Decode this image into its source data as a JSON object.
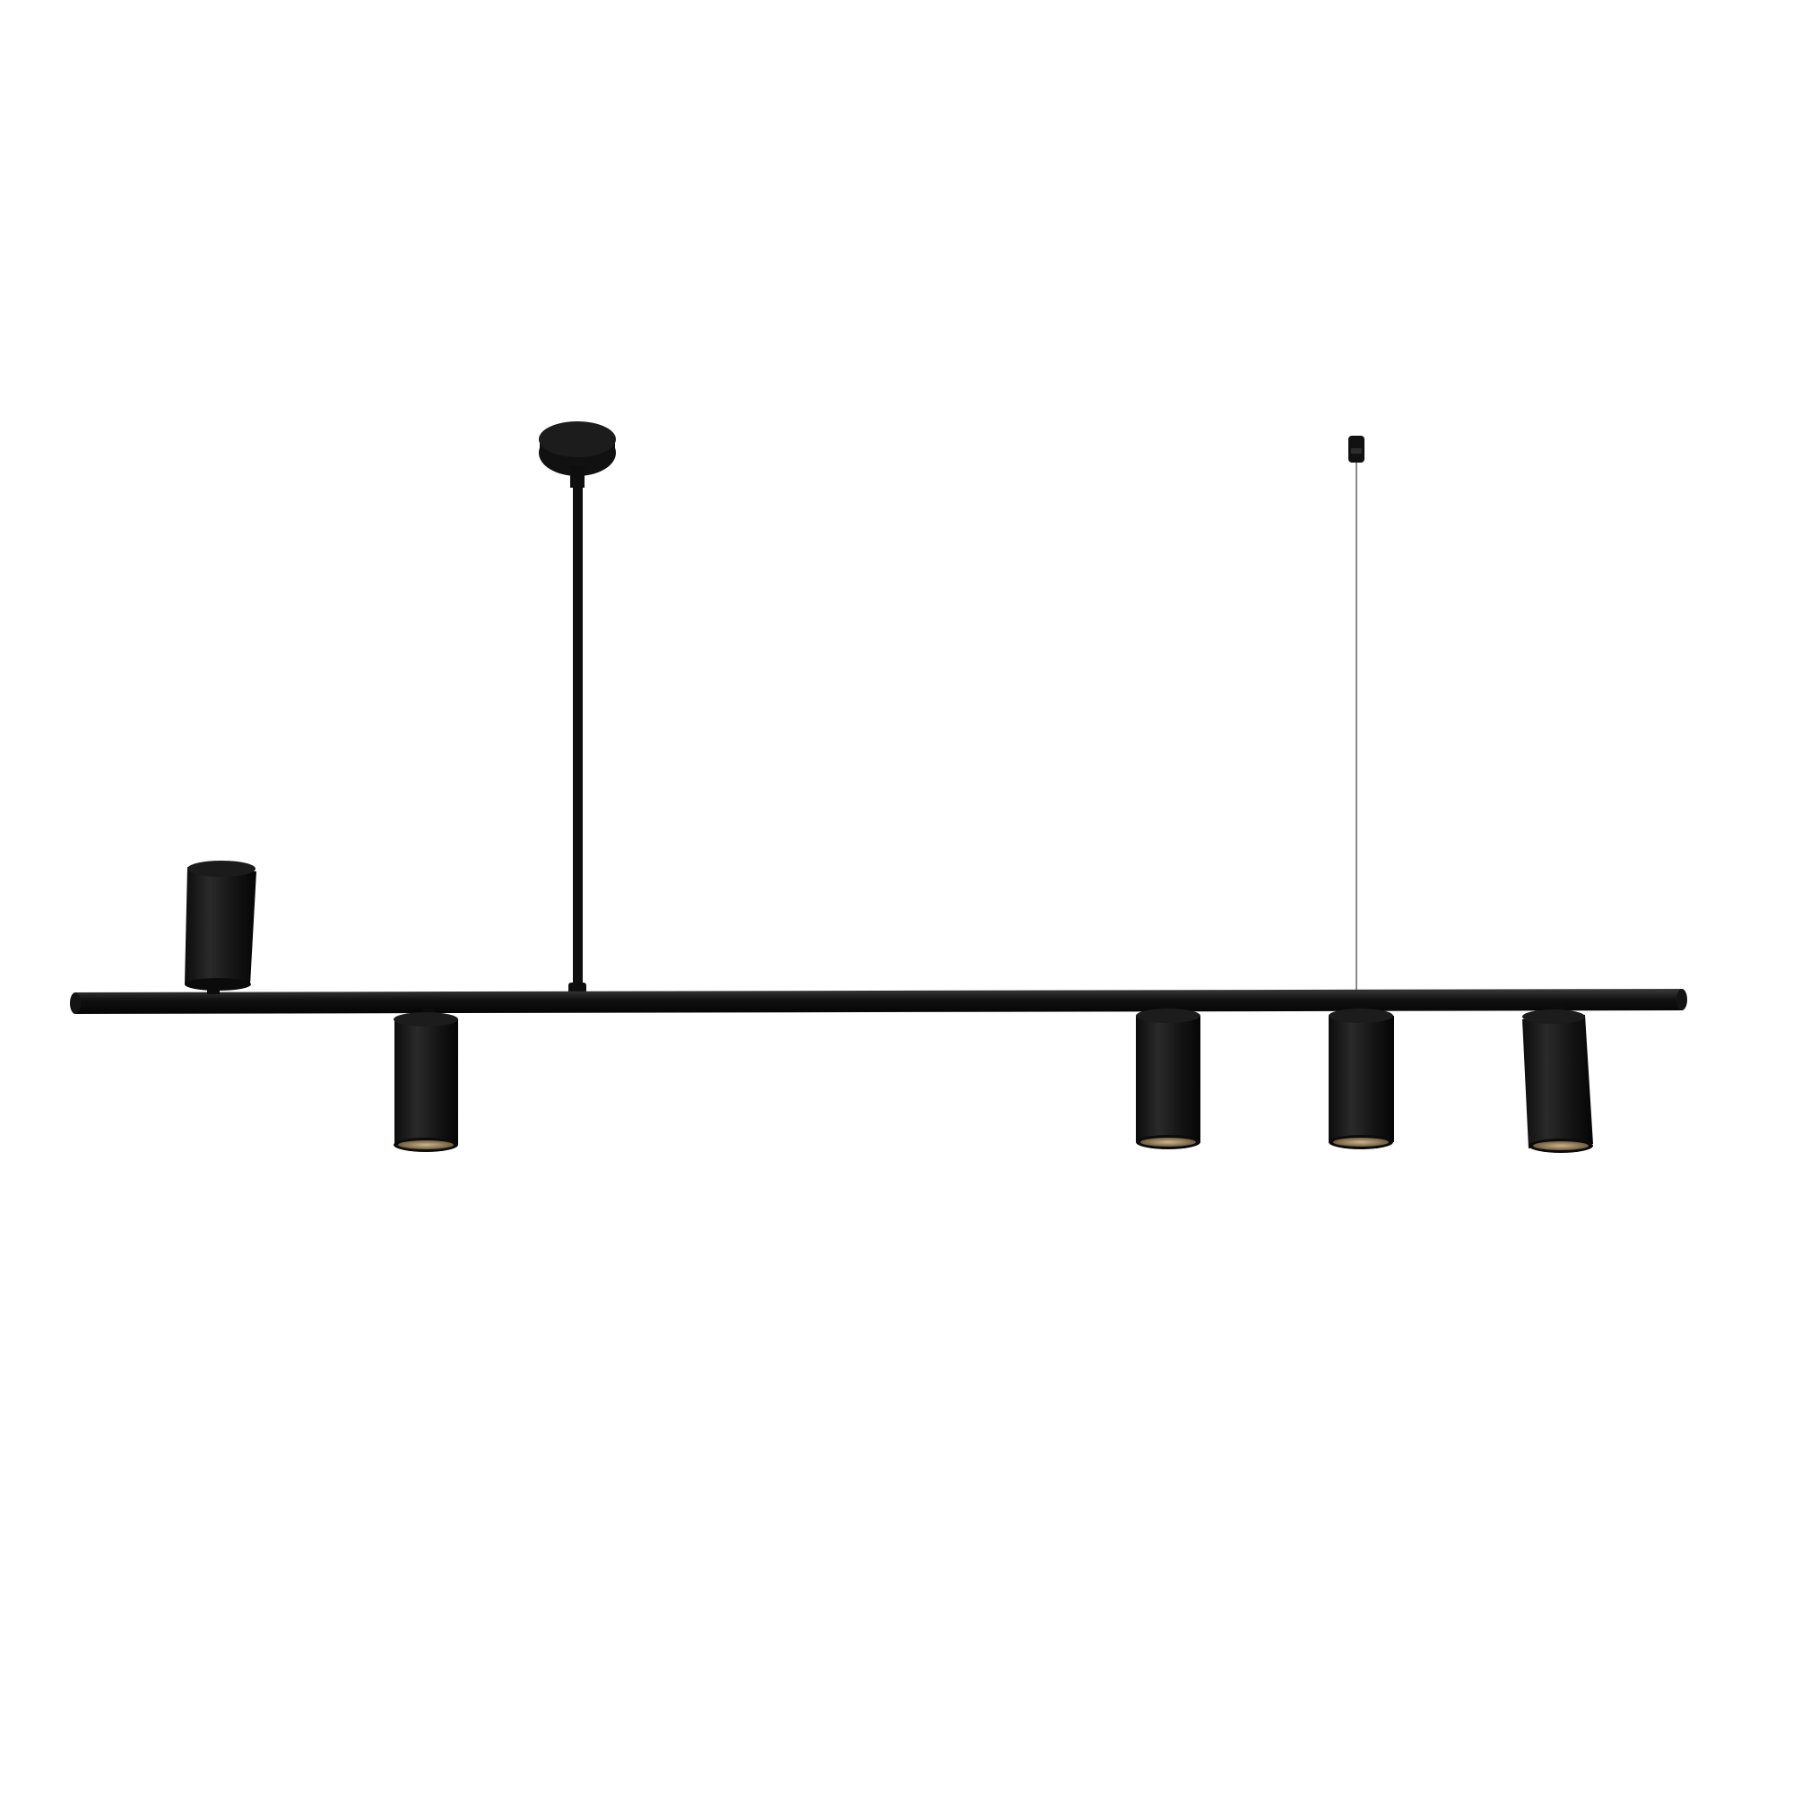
{
  "colors": {
    "background": "#ffffff",
    "fixture_black": "#131313",
    "fixture_highlight": "#3a3a3a",
    "cable": "#8a8a8a",
    "inner_glow": "#b8a27a"
  },
  "fixture": {
    "spotlights_total": 5,
    "spotlights_facing_down": 4,
    "spotlights_facing_up": 1
  }
}
